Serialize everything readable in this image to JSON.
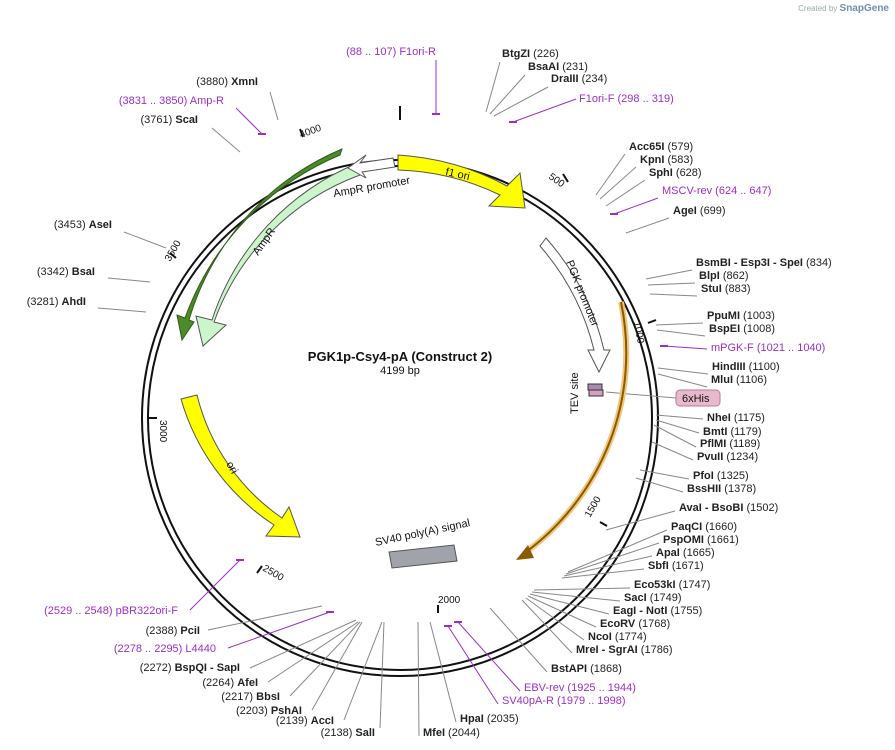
{
  "brand": {
    "created_by": "Created by",
    "name": "SnapGene"
  },
  "plasmid": {
    "name": "PGK1p-Csy4-pA (Construct 2)",
    "length_label": "4199 bp"
  },
  "ticks": [
    "500",
    "1000",
    "1500",
    "2000",
    "2500",
    "3000",
    "3500",
    "4000"
  ],
  "features": {
    "f1ori": "f1 ori",
    "pgk": "PGK promoter",
    "tev": "TEV site",
    "his": "6xHis",
    "sv40": "SV40 poly(A) signal",
    "ori": "ori",
    "ampr": "AmpR",
    "amprp": "AmpR promoter"
  },
  "right_sites": [
    {
      "name": "BtgZI",
      "pos": "(226)"
    },
    {
      "name": "BsaAI",
      "pos": "(231)"
    },
    {
      "name": "DraIII",
      "pos": "(234)"
    },
    {
      "primer": "F1ori-F",
      "pos": "(298 .. 319)"
    },
    {
      "name": "Acc65I",
      "pos": "(579)"
    },
    {
      "name": "KpnI",
      "pos": "(583)"
    },
    {
      "name": "SphI",
      "pos": "(628)"
    },
    {
      "primer": "MSCV-rev",
      "pos": "(624 .. 647)"
    },
    {
      "name": "AgeI",
      "pos": "(699)"
    },
    {
      "name": "BsmBI - Esp3I - SpeI",
      "pos": "(834)"
    },
    {
      "name": "BlpI",
      "pos": "(862)"
    },
    {
      "name": "StuI",
      "pos": "(883)"
    },
    {
      "name": "PpuMI",
      "pos": "(1003)"
    },
    {
      "name": "BspEI",
      "pos": "(1008)"
    },
    {
      "primer": "mPGK-F",
      "pos": "(1021 .. 1040)"
    },
    {
      "name": "HindIII",
      "pos": "(1100)"
    },
    {
      "name": "MluI",
      "pos": "(1106)"
    },
    {
      "name": "NheI",
      "pos": "(1175)"
    },
    {
      "name": "BmtI",
      "pos": "(1179)"
    },
    {
      "name": "PflMI",
      "pos": "(1189)"
    },
    {
      "name": "PvuII",
      "pos": "(1234)"
    },
    {
      "name": "PfoI",
      "pos": "(1325)"
    },
    {
      "name": "BssHII",
      "pos": "(1378)"
    },
    {
      "name": "AvaI - BsoBI",
      "pos": "(1502)"
    },
    {
      "name": "PaqCI",
      "pos": "(1660)"
    },
    {
      "name": "PspOMI",
      "pos": "(1661)"
    },
    {
      "name": "ApaI",
      "pos": "(1665)"
    },
    {
      "name": "SbfI",
      "pos": "(1671)"
    },
    {
      "name": "Eco53kI",
      "pos": "(1747)"
    },
    {
      "name": "SacI",
      "pos": "(1749)"
    },
    {
      "name": "EagI - NotI",
      "pos": "(1755)"
    },
    {
      "name": "EcoRV",
      "pos": "(1768)"
    },
    {
      "name": "NcoI",
      "pos": "(1774)"
    },
    {
      "name": "MreI - SgrAI",
      "pos": "(1786)"
    },
    {
      "name": "BstAPI",
      "pos": "(1868)"
    },
    {
      "primer": "EBV-rev",
      "pos": "(1925 .. 1944)"
    },
    {
      "primer": "SV40pA-R",
      "pos": "(1979 .. 1998)"
    },
    {
      "name": "HpaI",
      "pos": "(2035)"
    },
    {
      "name": "MfeI",
      "pos": "(2044)"
    }
  ],
  "left_sites": [
    {
      "primer": "F1ori-R",
      "pos": "(88 .. 107)"
    },
    {
      "name": "XmnI",
      "pos": "(3880)"
    },
    {
      "primer": "Amp-R",
      "pos": "(3831 .. 3850)"
    },
    {
      "name": "ScaI",
      "pos": "(3761)"
    },
    {
      "name": "AseI",
      "pos": "(3453)"
    },
    {
      "name": "BsaI",
      "pos": "(3342)"
    },
    {
      "name": "AhdI",
      "pos": "(3281)"
    },
    {
      "primer": "pBR322ori-F",
      "pos": "(2529 .. 2548)"
    },
    {
      "name": "PciI",
      "pos": "(2388)"
    },
    {
      "primer": "L4440",
      "pos": "(2278 .. 2295)"
    },
    {
      "name": "BspQI - SapI",
      "pos": "(2272)"
    },
    {
      "name": "AfeI",
      "pos": "(2264)"
    },
    {
      "name": "BbsI",
      "pos": "(2217)"
    },
    {
      "name": "PshAI",
      "pos": "(2203)"
    },
    {
      "name": "AccI",
      "pos": "(2139)"
    },
    {
      "name": "SalI",
      "pos": "(2138)"
    }
  ],
  "colors": {
    "backbone": "#111111",
    "yellow": "#ffff00",
    "ampr_fill": "#ccf5cc",
    "primer": "#9a2fc7",
    "orf_orange": "#f2c57c",
    "orf_brown": "#8a5a00"
  }
}
